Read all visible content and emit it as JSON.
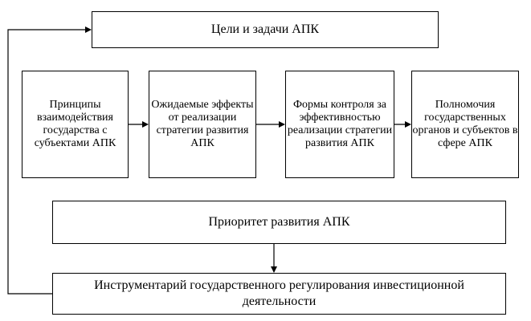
{
  "goals": "Цели и задачи АПК",
  "blocks": [
    "Принципы взаимодействия государства с субъектами АПК",
    "Ожидаемые эффекты от реализации стратегии развития АПК",
    "Формы контроля за эффективностью реализации стратегии развития АПК",
    "Полномочия государственных органов и субъектов в сфере АПК"
  ],
  "priority": "Приоритет развития АПК",
  "tools": "Инструментарий государственного регулирования инвестиционной деятельности"
}
